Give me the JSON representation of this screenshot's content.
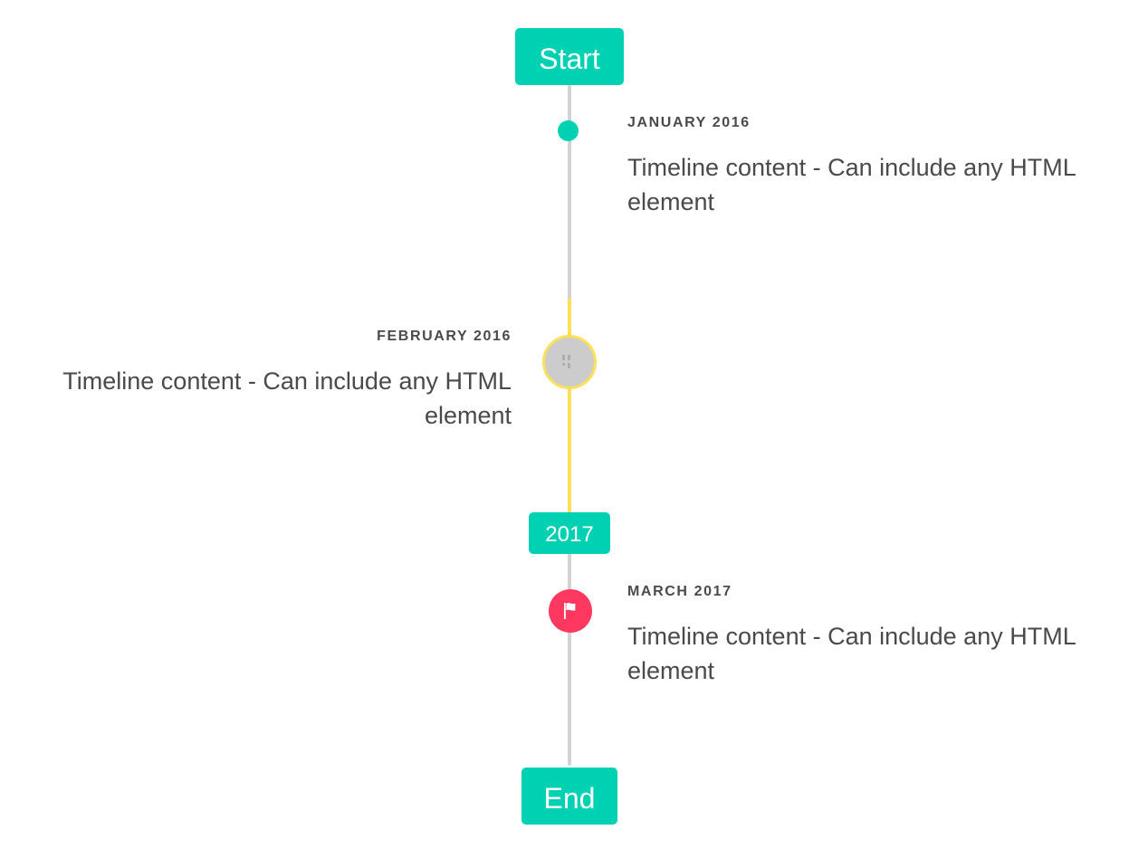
{
  "timeline": {
    "start_label": "Start",
    "end_label": "End",
    "mid_header_label": "2017",
    "colors": {
      "accent": "#00d1b2",
      "rail": "#d3d3d3",
      "rail_active": "#fbe05a",
      "danger": "#ff3860",
      "text": "#4a4a4a",
      "marker_placeholder_fill": "#cccccc"
    },
    "items": [
      {
        "heading": "JANUARY 2016",
        "body": "Timeline content - Can include any HTML element",
        "side": "right",
        "marker": "dot-marker",
        "marker_color": "#00d1b2"
      },
      {
        "heading": "FEBRUARY 2016",
        "body": "Timeline content - Can include any HTML element",
        "side": "left",
        "marker": "broken-image-icon",
        "marker_color": "#cccccc"
      },
      {
        "heading": "MARCH 2017",
        "body": "Timeline content - Can include any HTML element",
        "side": "right",
        "marker": "flag-icon",
        "marker_color": "#ff3860"
      }
    ]
  }
}
